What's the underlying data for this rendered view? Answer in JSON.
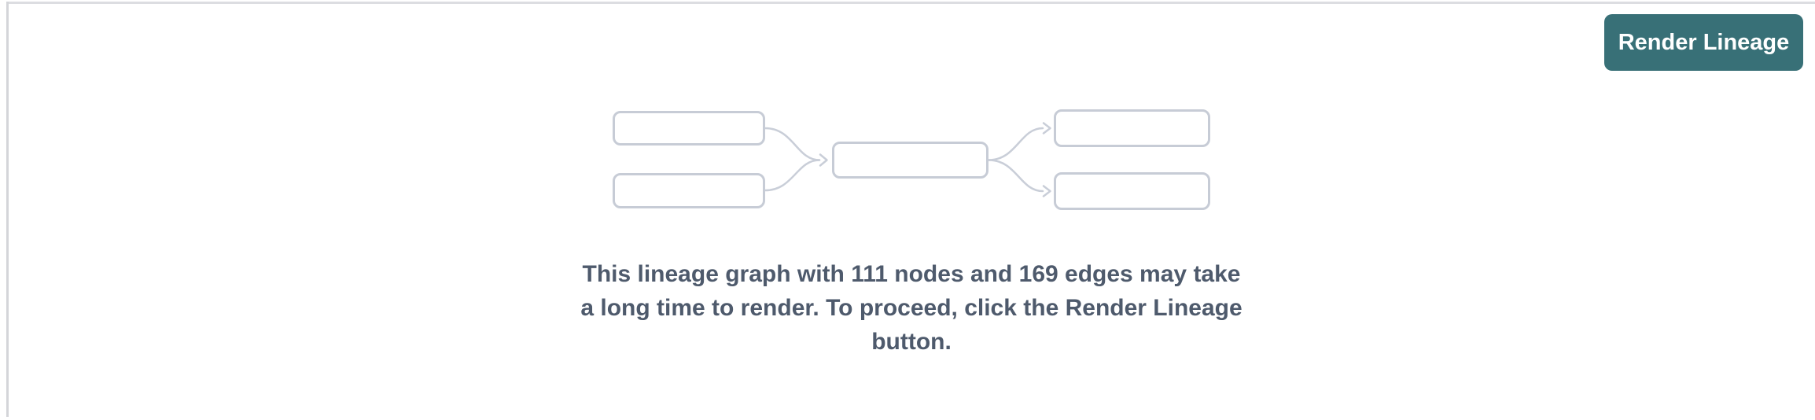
{
  "header": {
    "render_lineage_button": {
      "label": "Render Lineage"
    }
  },
  "empty_state": {
    "message_lines": [
      "This lineage graph with 111 nodes and 169 edges may take",
      "a long time to render. To proceed, click the Render Lineage",
      "button."
    ],
    "message": "This lineage graph with 111 nodes and 169 edges may take a long time to render. To proceed, click the Render Lineage button.",
    "node_count": "111",
    "edge_count": "169",
    "placeholder_graphic": "lineage-graph-placeholder (5 empty nodes, 4 curved edges)"
  },
  "colors": {
    "button_bg": "#387077",
    "button_text": "#ffffff",
    "message_text": "#4e5a6c",
    "placeholder_border": "#c7ccd6",
    "edge_stroke": "#c9ced8",
    "panel_border": "#dcdde1",
    "panel_border_left": "#d4d5d9"
  }
}
